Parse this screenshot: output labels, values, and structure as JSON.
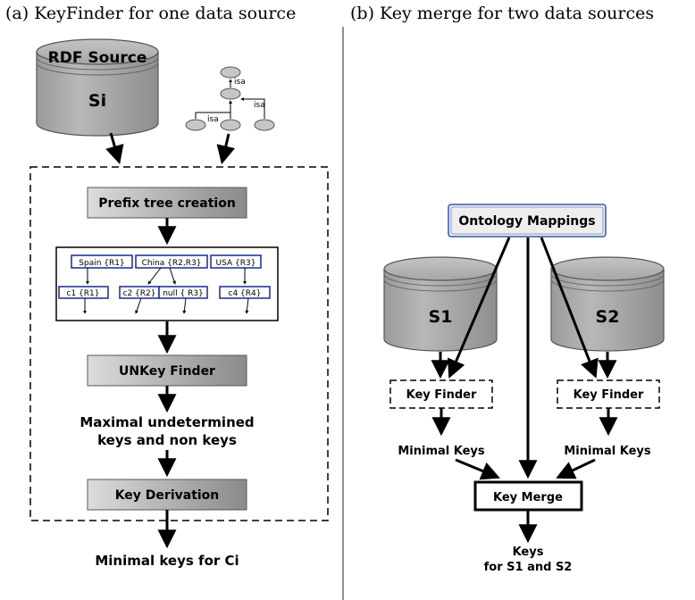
{
  "panels": {
    "a": {
      "caption": "(a) KeyFinder for one data source",
      "rdf_source": "RDF Source",
      "source_label": "Si",
      "isa_labels": [
        "isa",
        "isa",
        "isa"
      ],
      "prefix_tree_creation": "Prefix tree creation",
      "prefix_tree": {
        "level1": [
          "Spain {R1}",
          "China {R2,R3}",
          "USA {R3}"
        ],
        "level2": [
          "c1 {R1}",
          "c2 {R2}",
          "null { R3}",
          "c4 {R4}"
        ]
      },
      "unkey_finder": "UNKey Finder",
      "maximal_line1": "Maximal undetermined",
      "maximal_line2": "keys and non keys",
      "key_derivation": "Key Derivation",
      "output": "Minimal keys for Ci"
    },
    "b": {
      "caption": "(b) Key merge for two data sources",
      "ontology_mappings": "Ontology Mappings",
      "s1": "S1",
      "s2": "S2",
      "key_finder_left": "Key Finder",
      "key_finder_right": "Key Finder",
      "minimal_keys_left": "Minimal Keys",
      "minimal_keys_right": "Minimal Keys",
      "key_merge": "Key Merge",
      "keys_line1": "Keys",
      "keys_line2": "for S1 and S2"
    }
  },
  "colors": {
    "box_gradient_start": "#d9d9d9",
    "box_gradient_end": "#8c8c8c",
    "tree_border": "#1a2a8a",
    "ontology_border": "#3355aa",
    "ontology_fill": "#e8e8e8"
  }
}
